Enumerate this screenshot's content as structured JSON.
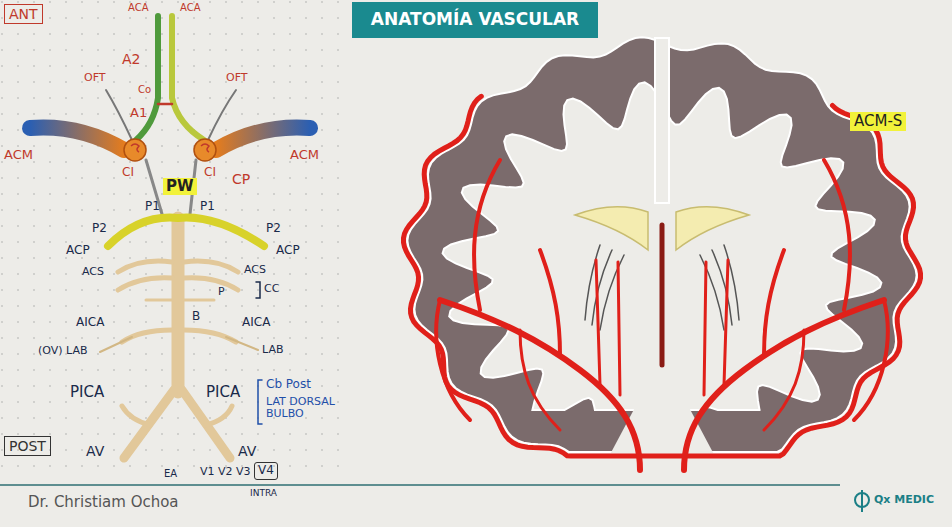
{
  "diagram": {
    "title": "ANATOMÍA VASCULAR",
    "nodes": [
      {
        "text": [
          "ANT"
        ]
      },
      {
        "text": [
          "PW"
        ]
      },
      {
        "text": [
          "POST"
        ]
      },
      {
        "text": [
          "V4"
        ]
      },
      {
        "text": [
          "ACM-S"
        ]
      }
    ],
    "labels": [
      "ACA",
      "ACA",
      "A2",
      "OFT",
      "OFT",
      "A1",
      "Co",
      "ACM",
      "ACM",
      "CI",
      "CI",
      "CP",
      "P1",
      "P1",
      "P2",
      "P2",
      "ACP",
      "ACS",
      "ACS",
      "ACP",
      "CC",
      "B",
      "P",
      "AICA",
      "AICA",
      "(OV) LAB",
      "LAB",
      "PICA",
      "PICA",
      "Cb Post",
      "LAT DORSAL BULBO",
      "AV",
      "AV",
      "EA",
      "V1 V2 V3",
      "INTRA",
      "Dr. Christiam Ochoa",
      "Qx MEDIC"
    ]
  }
}
